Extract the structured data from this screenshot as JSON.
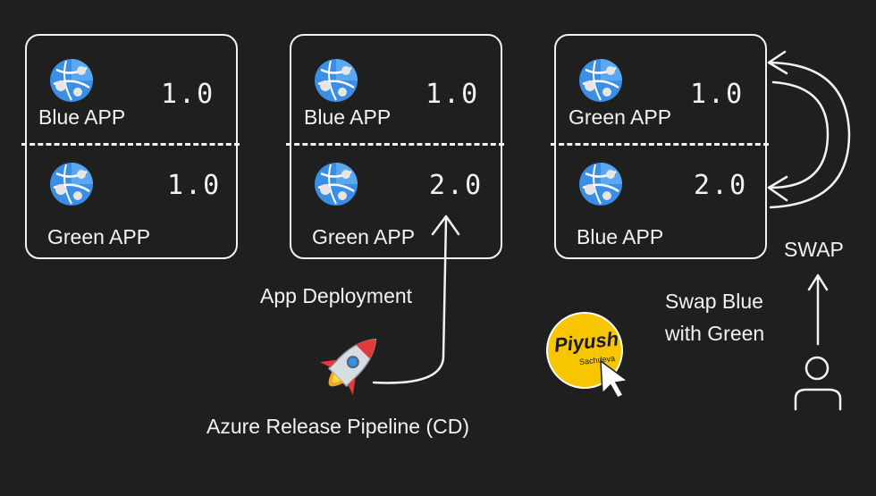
{
  "panels": [
    {
      "top": {
        "app": "Blue APP",
        "version": "1.0"
      },
      "bottom": {
        "app": "Green APP",
        "version": "1.0"
      }
    },
    {
      "top": {
        "app": "Blue APP",
        "version": "1.0"
      },
      "bottom": {
        "app": "Green APP",
        "version": "2.0"
      }
    },
    {
      "top": {
        "app": "Green APP",
        "version": "1.0"
      },
      "bottom": {
        "app": "Blue APP",
        "version": "2.0"
      }
    }
  ],
  "labels": {
    "app_deployment": "App Deployment",
    "pipeline": "Azure Release Pipeline (CD)",
    "swap": "SWAP",
    "swap_desc_line1": "Swap Blue",
    "swap_desc_line2": "with Green"
  },
  "logo": {
    "name": "Piyush",
    "sub": "Sachdeva"
  },
  "icons": {
    "app": "azure-web-app-icon",
    "rocket": "rocket-icon",
    "user": "user-icon",
    "cursor": "cursor-icon"
  },
  "colors": {
    "background": "#1f1f1f",
    "stroke": "#f2f2f2",
    "azure_blue": "#3a8ee6",
    "logo_yellow": "#f7c600"
  }
}
